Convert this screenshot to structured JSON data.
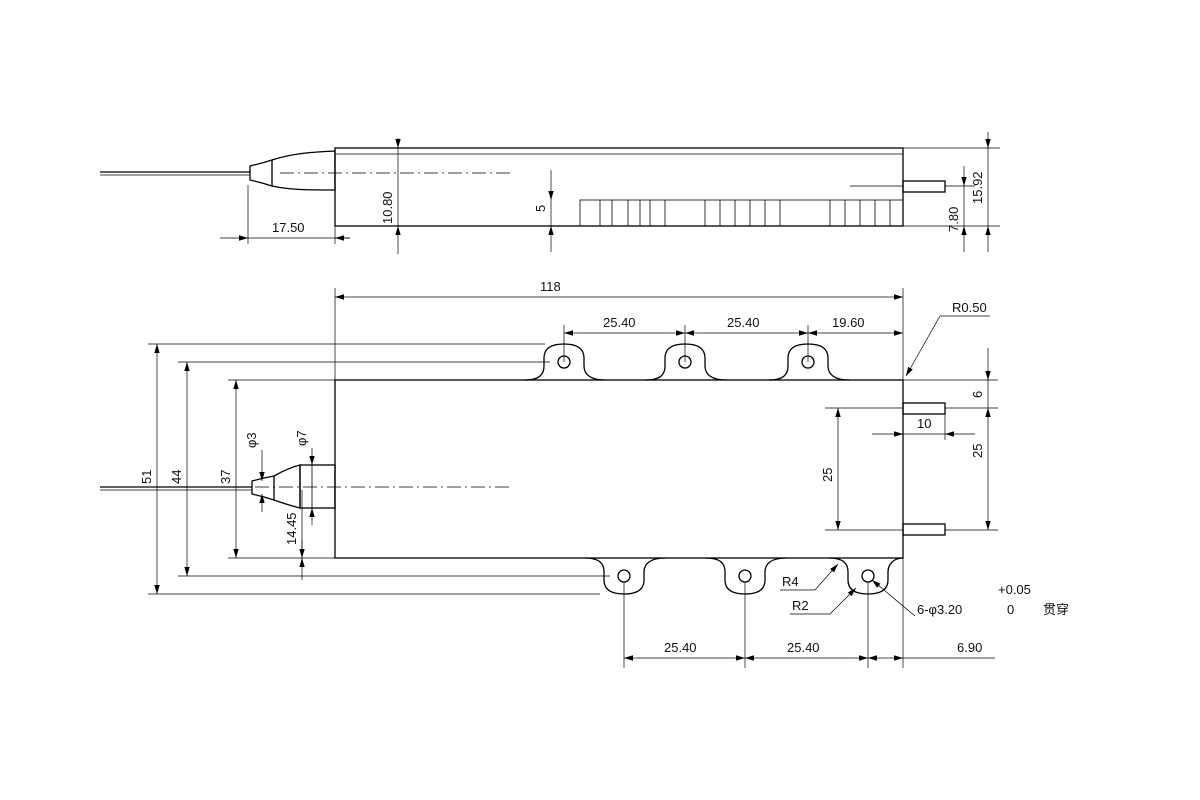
{
  "side_view": {
    "dims": {
      "fiber_length": "17.50",
      "height": "10.80",
      "fin_height": "5",
      "pin_offset": "7.80",
      "total_height": "15.92"
    }
  },
  "top_view": {
    "dims": {
      "length": "118",
      "hole_pitch_top_1": "25.40",
      "hole_pitch_top_2": "25.40",
      "hole_end_top": "19.60",
      "corner_radius": "R0.50",
      "pin_top_offset": "6",
      "pin_length": "10",
      "pin_pitch_outer": "25",
      "pin_pitch_inner": "25",
      "flange_width": "51",
      "hole_span": "44",
      "body_width": "37",
      "boot_dia_small": "φ3",
      "boot_dia_large": "φ7",
      "fiber_offset": "14.45",
      "tab_radius": "R4",
      "fillet_radius": "R2",
      "hole_spec": "6-φ3.20",
      "tol_upper": "+0.05",
      "tol_lower": "0",
      "through_note": "贯穿",
      "hole_pitch_bottom_1": "25.40",
      "hole_pitch_bottom_2": "25.40",
      "hole_end_bottom": "6.90"
    }
  }
}
